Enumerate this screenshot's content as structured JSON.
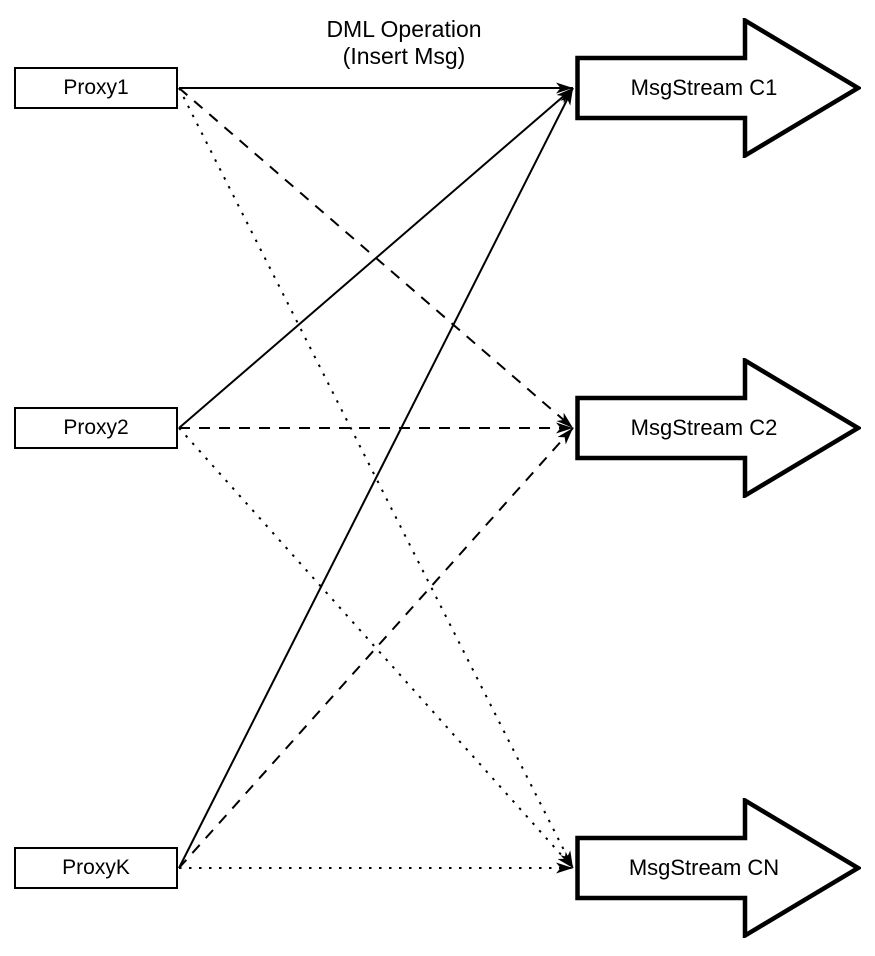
{
  "diagram": {
    "annotation": {
      "line1": "DML Operation",
      "line2": "(Insert Msg)"
    },
    "proxies": [
      {
        "id": "p1",
        "label": "Proxy1"
      },
      {
        "id": "p2",
        "label": "Proxy2"
      },
      {
        "id": "pk",
        "label": "ProxyK"
      }
    ],
    "streams": [
      {
        "id": "c1",
        "label": "MsgStream C1"
      },
      {
        "id": "c2",
        "label": "MsgStream C2"
      },
      {
        "id": "cn",
        "label": "MsgStream CN"
      }
    ],
    "edges": [
      {
        "from": "p1",
        "to": "c1",
        "style": "solid"
      },
      {
        "from": "p1",
        "to": "c2",
        "style": "dashed"
      },
      {
        "from": "p1",
        "to": "cn",
        "style": "dotted"
      },
      {
        "from": "p2",
        "to": "c1",
        "style": "solid"
      },
      {
        "from": "p2",
        "to": "c2",
        "style": "dashed"
      },
      {
        "from": "p2",
        "to": "cn",
        "style": "dotted"
      },
      {
        "from": "pk",
        "to": "c1",
        "style": "solid"
      },
      {
        "from": "pk",
        "to": "c2",
        "style": "dashed"
      },
      {
        "from": "pk",
        "to": "cn",
        "style": "dotted"
      }
    ],
    "colors": {
      "stroke": "#000000",
      "fill": "#ffffff"
    }
  }
}
